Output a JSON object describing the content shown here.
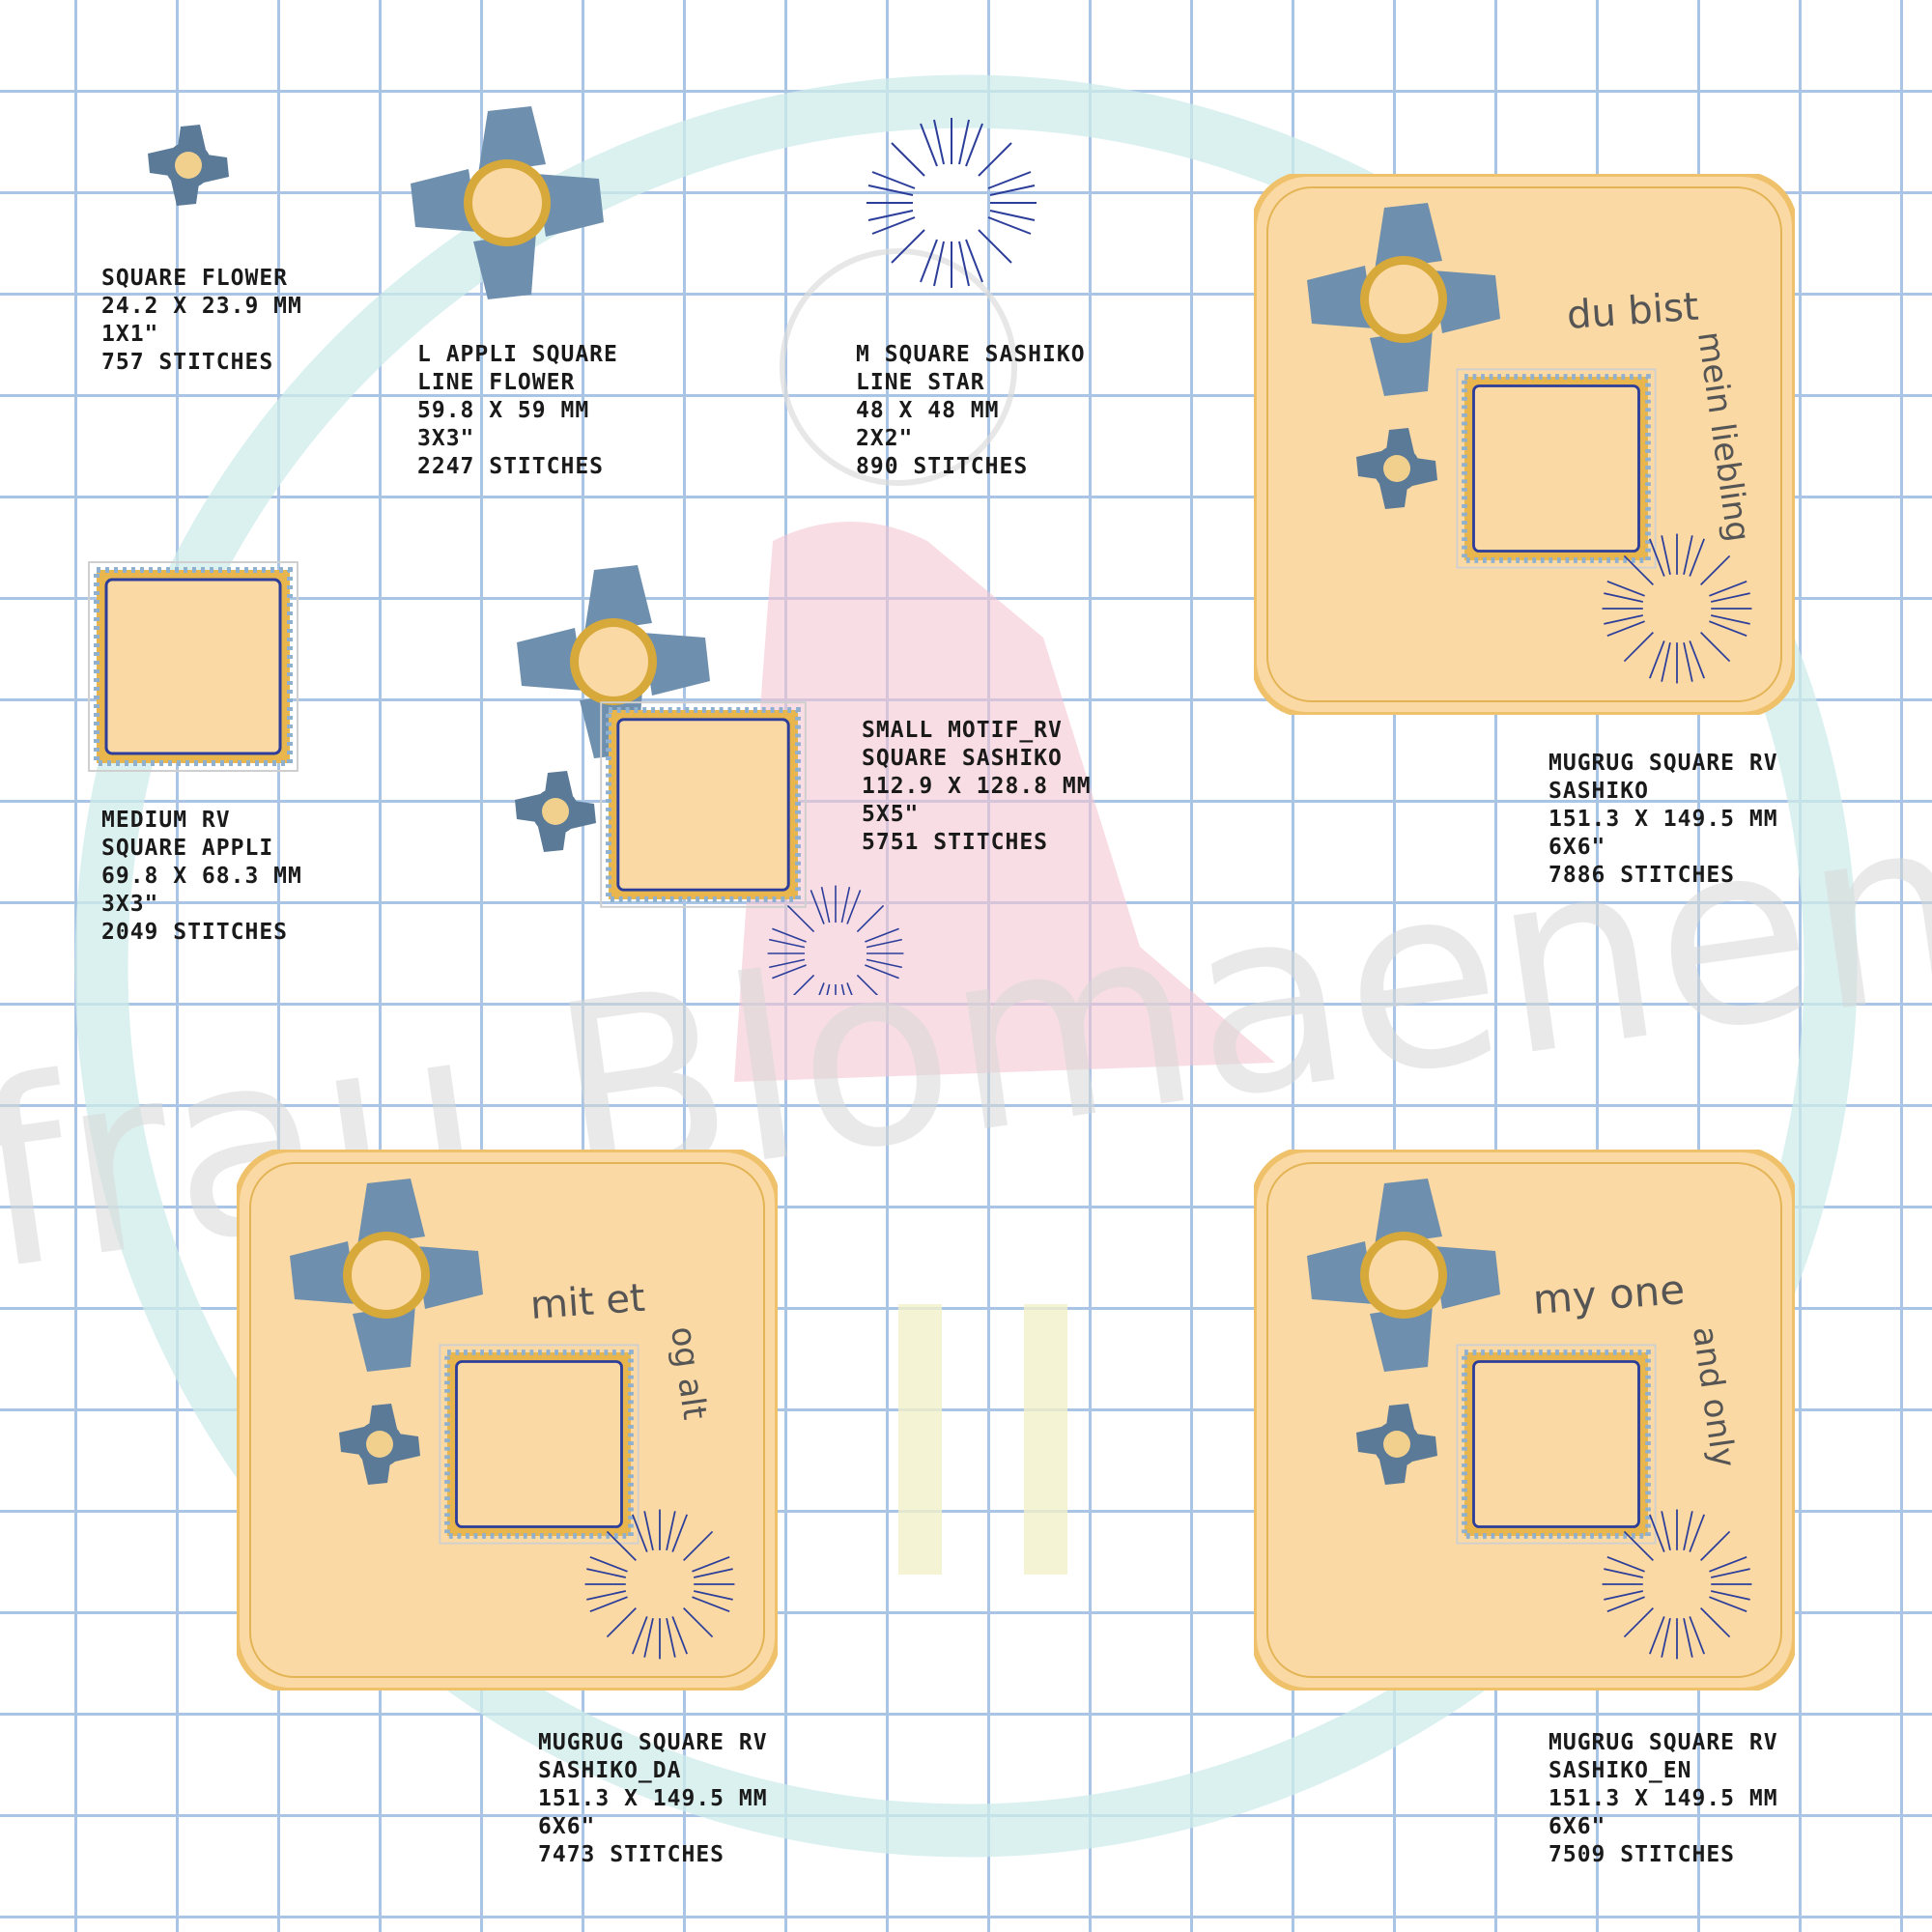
{
  "watermark": {
    "text": "frau Blomaenen"
  },
  "colors": {
    "background": "#ffffff",
    "grid": "#a9c4e4",
    "fabric": "#fbd9a4",
    "stitch_outline": "#e3b455",
    "flower_blue": "#6e8fad",
    "center_gold": "#d7a93a",
    "sashiko_navy": "#2c3e9a",
    "label_text": "#1a1a1a"
  },
  "designs": [
    {
      "id": "square-flower",
      "lines": [
        "Square Flower",
        "24.2 x 23.9 mm",
        "1x1\"",
        "757 stitches"
      ]
    },
    {
      "id": "l-appli-square-line-flower",
      "lines": [
        "L appli Square",
        "Line Flower",
        "59.8 x 59 mm",
        "3x3\"",
        "2247 stitches"
      ]
    },
    {
      "id": "m-square-sashiko-line-star",
      "lines": [
        "M Square Sashiko",
        "Line Star",
        "48 x 48 mm",
        "2x2\"",
        "890 stitches"
      ]
    },
    {
      "id": "medium-rv-square-appli",
      "lines": [
        "Medium RV",
        "Square Appli",
        "69.8 x 68.3 mm",
        "3x3\"",
        "2049 stitches"
      ]
    },
    {
      "id": "small-motif-rv-square-sashiko",
      "lines": [
        "Small Motif_RV",
        "Square Sashiko",
        "112.9 x 128.8 mm",
        "5x5\"",
        "5751 stitches"
      ]
    },
    {
      "id": "mugrug-square-rv-sashiko",
      "lines": [
        "Mugrug Square RV",
        "Sashiko",
        "151.3 x 149.5 mm",
        "6x6\"",
        "7886 stitches"
      ],
      "text_top": "du bist",
      "text_side": "mein liebling"
    },
    {
      "id": "mugrug-square-rv-sashiko-da",
      "lines": [
        "Mugrug Square RV",
        "Sashiko_DA",
        "151.3 x 149.5 mm",
        "6x6\"",
        "7473 stitches"
      ],
      "text_top": "mit et",
      "text_side": "og alt"
    },
    {
      "id": "mugrug-square-rv-sashiko-en",
      "lines": [
        "Mugrug Square RV",
        "Sashiko_EN",
        "151.3 x 149.5 mm",
        "6x6\"",
        "7509 stitches"
      ],
      "text_top": "my one",
      "text_side": "and only"
    }
  ]
}
